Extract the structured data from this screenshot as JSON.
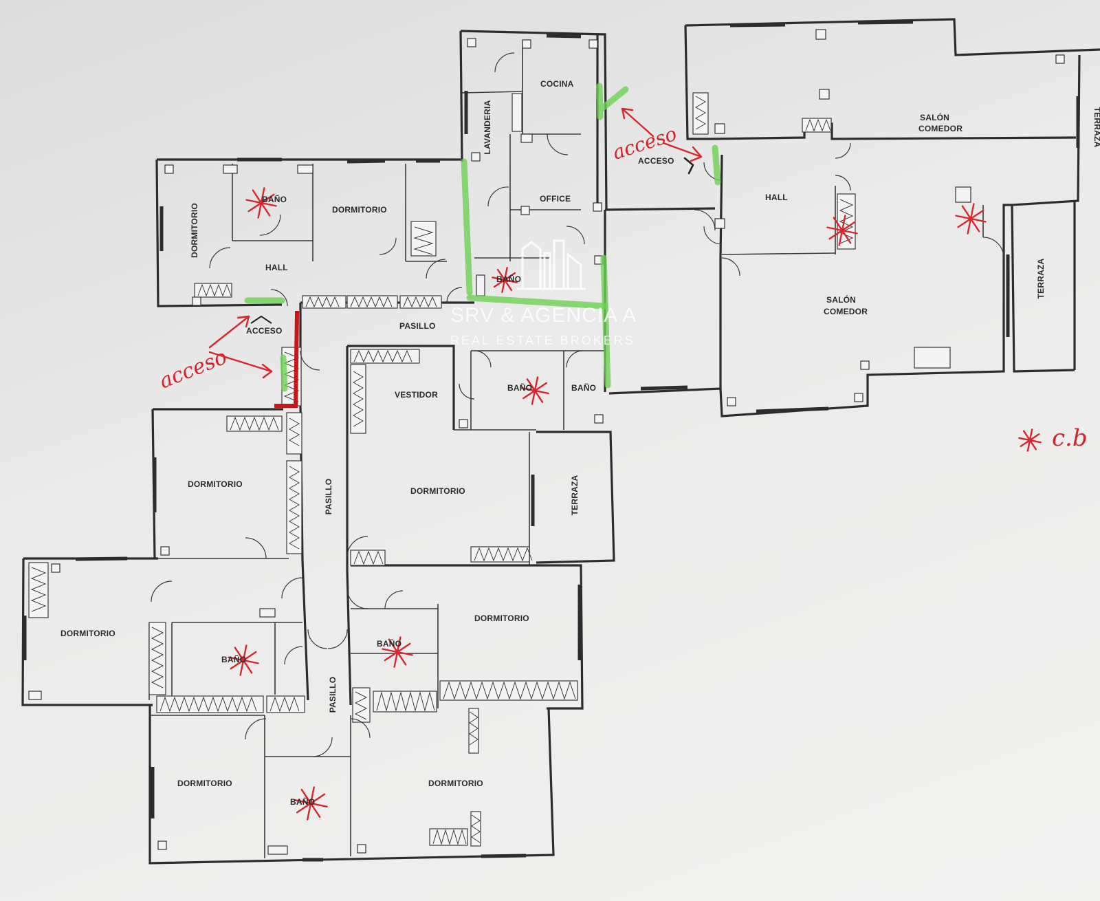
{
  "rooms": {
    "cocina": "COCINA",
    "lavanderia": "LAVANDERIA",
    "office": "OFFICE",
    "acceso_right": "ACCESO",
    "acceso_left": "ACCESO",
    "hall_right": "HALL",
    "salon_top_line1": "SALÓN",
    "salon_top_line2": "COMEDOR",
    "salon_main_line1": "SALÓN",
    "salon_main_line2": "COMEDOR",
    "terraza_right": "TERRAZA",
    "terraza_edge": "TERRAZA",
    "dormitorio_tl": "DORMITORIO",
    "bano_tl": "BAÑO",
    "dormitorio_tm": "DORMITORIO",
    "hall_left": "HALL",
    "bano_center": "BAÑO",
    "pasillo_top": "PASILLO",
    "vestidor": "VESTIDOR",
    "bano_mid1": "BAÑO",
    "bano_mid2": "BAÑO",
    "dormitorio_mid_left": "DORMITORIO",
    "pasillo_vertical": "PASILLO",
    "dormitorio_mid_center": "DORMITORIO",
    "terraza_mid": "TERRAZA",
    "dormitorio_far_left": "DORMITORIO",
    "bano_low_left": "BAÑO",
    "bano_low_center": "BAÑO",
    "dormitorio_low_right": "DORMITORIO",
    "pasillo_low": "PASILLO",
    "dormitorio_bottom_left": "DORMITORIO",
    "bano_bottom": "BAÑO",
    "dormitorio_bottom_right": "DORMITORIO"
  },
  "annotations": {
    "acceso_right": "acceso",
    "acceso_left": "acceso",
    "legend_text": "c.b"
  },
  "watermark": {
    "brand": "SRV & AGENCIA A",
    "tagline": "REAL ESTATE BROKERS"
  },
  "colors": {
    "wall": "#2c2c2c",
    "marker_green": "#6fcf55",
    "marker_red": "#d8262c",
    "paper": "#ececec"
  }
}
